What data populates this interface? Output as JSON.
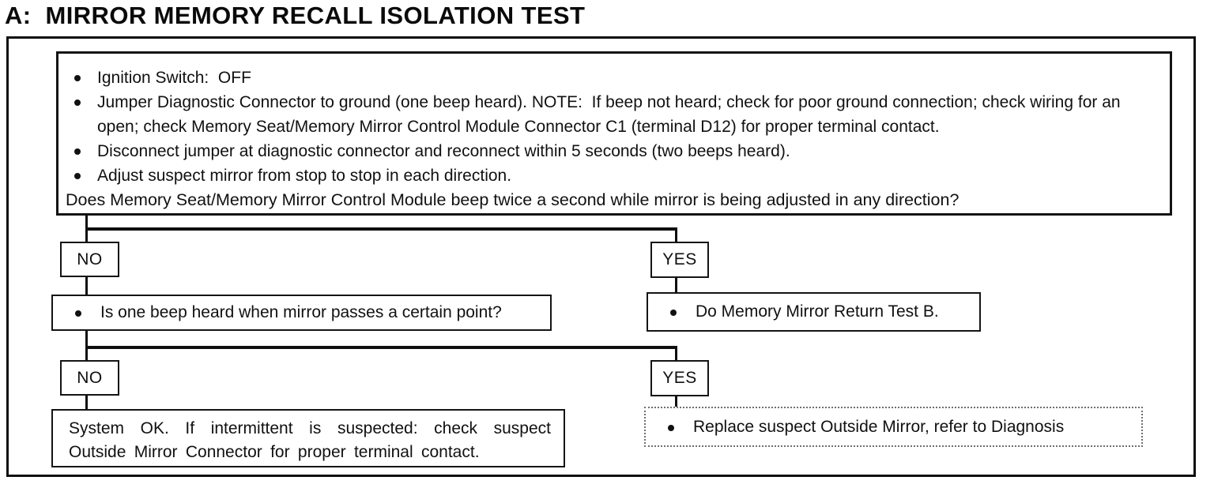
{
  "title": "A:  MIRROR MEMORY RECALL ISOLATION TEST",
  "setup": {
    "bullets": [
      "Ignition Switch:  OFF",
      "Jumper Diagnostic Connector to ground (one beep heard). NOTE:  If beep not heard; check for poor ground connection; check wiring for an open; check Memory Seat/Memory Mirror Control Module Connector C1 (terminal D12) for proper terminal contact.",
      "Disconnect jumper at diagnostic connector and reconnect within 5 seconds (two beeps heard).",
      "Adjust suspect mirror from stop to stop in each direction."
    ],
    "question": "Does Memory Seat/Memory Mirror Control Module beep twice a second while mirror is being adjusted in any direction?"
  },
  "branch1": {
    "no_label": "NO",
    "yes_label": "YES",
    "no_result": "Is one beep heard when mirror passes a certain point?",
    "yes_result": "Do Memory Mirror Return Test B."
  },
  "branch2": {
    "no_label": "NO",
    "yes_label": "YES",
    "no_result": "System OK.  If intermittent is suspected:  check suspect Outside Mirror Connector for proper terminal contact.",
    "yes_result": "Replace suspect Outside Mirror, refer to Diagnosis"
  },
  "colors": {
    "ink": "#111111",
    "background": "#ffffff"
  }
}
